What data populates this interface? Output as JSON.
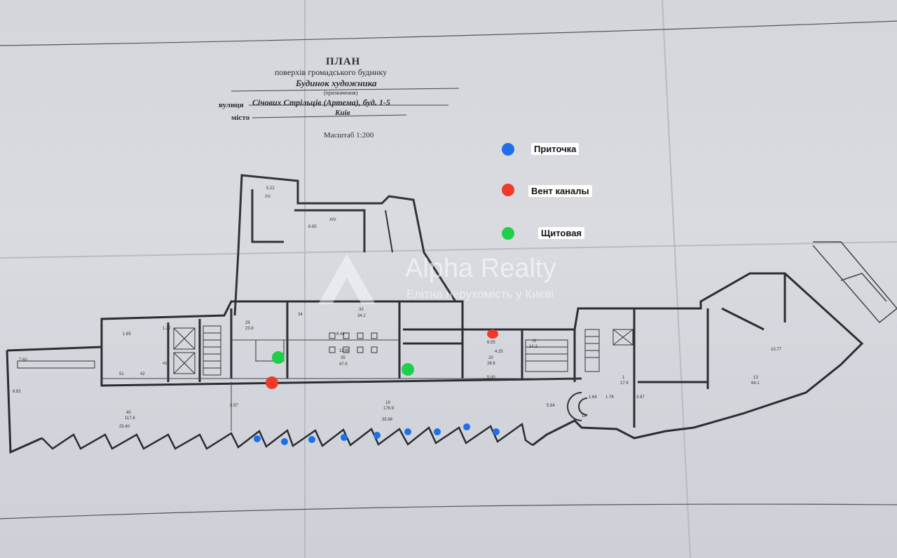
{
  "header": {
    "title": "ПЛАН",
    "subtitle": "поверхів громадського будинку",
    "building_name": "Будинок художника",
    "purpose_note": "(призначення)",
    "street_label": "вулиця",
    "street_value": "Січових Стрільців (Артема),  буд. 1-5",
    "city_label": "місто",
    "city_value": "Київ",
    "scale": "Масштаб 1:200"
  },
  "legend": [
    {
      "label": "Приточка",
      "color": "#1e6fe8"
    },
    {
      "label": "Вент каналы",
      "color": "#f0392b"
    },
    {
      "label": "Щитовая",
      "color": "#1fcf4a"
    }
  ],
  "watermark": {
    "brand": "Alpha Realty",
    "tagline": "Елітна нерухомість у Києві"
  },
  "plan": {
    "room_labels": [
      "35\n47.5",
      "19\n176.9",
      "40\n117.8",
      "13\n64.1",
      "33\n34.2",
      "29\n23.8",
      "20\n28.6",
      "1\n17.9"
    ],
    "dimensions": [
      "35.66",
      "25.40",
      "11.98",
      "8.44",
      "10.77",
      "5.64",
      "6.55",
      "5.00",
      "3.97"
    ]
  }
}
